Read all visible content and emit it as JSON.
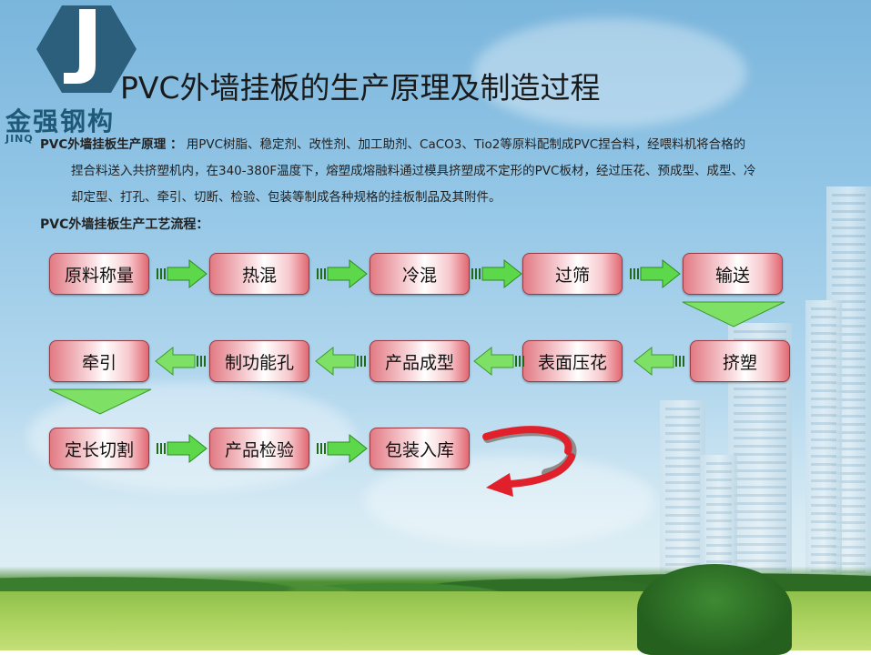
{
  "logo": {
    "mark": "J",
    "text": "金强钢构",
    "sub": "JINQ"
  },
  "title": "PVC外墙挂板的生产原理及制造过程",
  "principle": {
    "label": "PVC外墙挂板生产原理 ：",
    "line1": "用PVC树脂、稳定剂、改性剂、加工助剂、CaCO3、Tio2等原料配制成PVC捏合料，经喂料机将合格的",
    "line2": "捏合料送入共挤塑机内，在340-380F温度下，熔塑成熔融料通过模具挤塑成不定形的PVC板材，经过压花、预成型、成型、冷",
    "line3": "却定型、打孔、牵引、切断、检验、包装等制成各种规格的挂板制品及其附件。"
  },
  "process_title": "PVC外墙挂板生产工艺流程：",
  "steps": [
    "原料称量",
    "热混",
    "冷混",
    "过筛",
    "输送",
    "挤塑",
    "表面压花",
    "产品成型",
    "制功能孔",
    "牵引",
    "定长切割",
    "产品检验",
    "包装入库"
  ],
  "colors": {
    "box_edge": "#e26872",
    "arrow": "#5cd84a",
    "arrow_dark": "#1f6b1a",
    "curve_red": "#e0202a",
    "curve_gray": "#8c8c8c"
  }
}
